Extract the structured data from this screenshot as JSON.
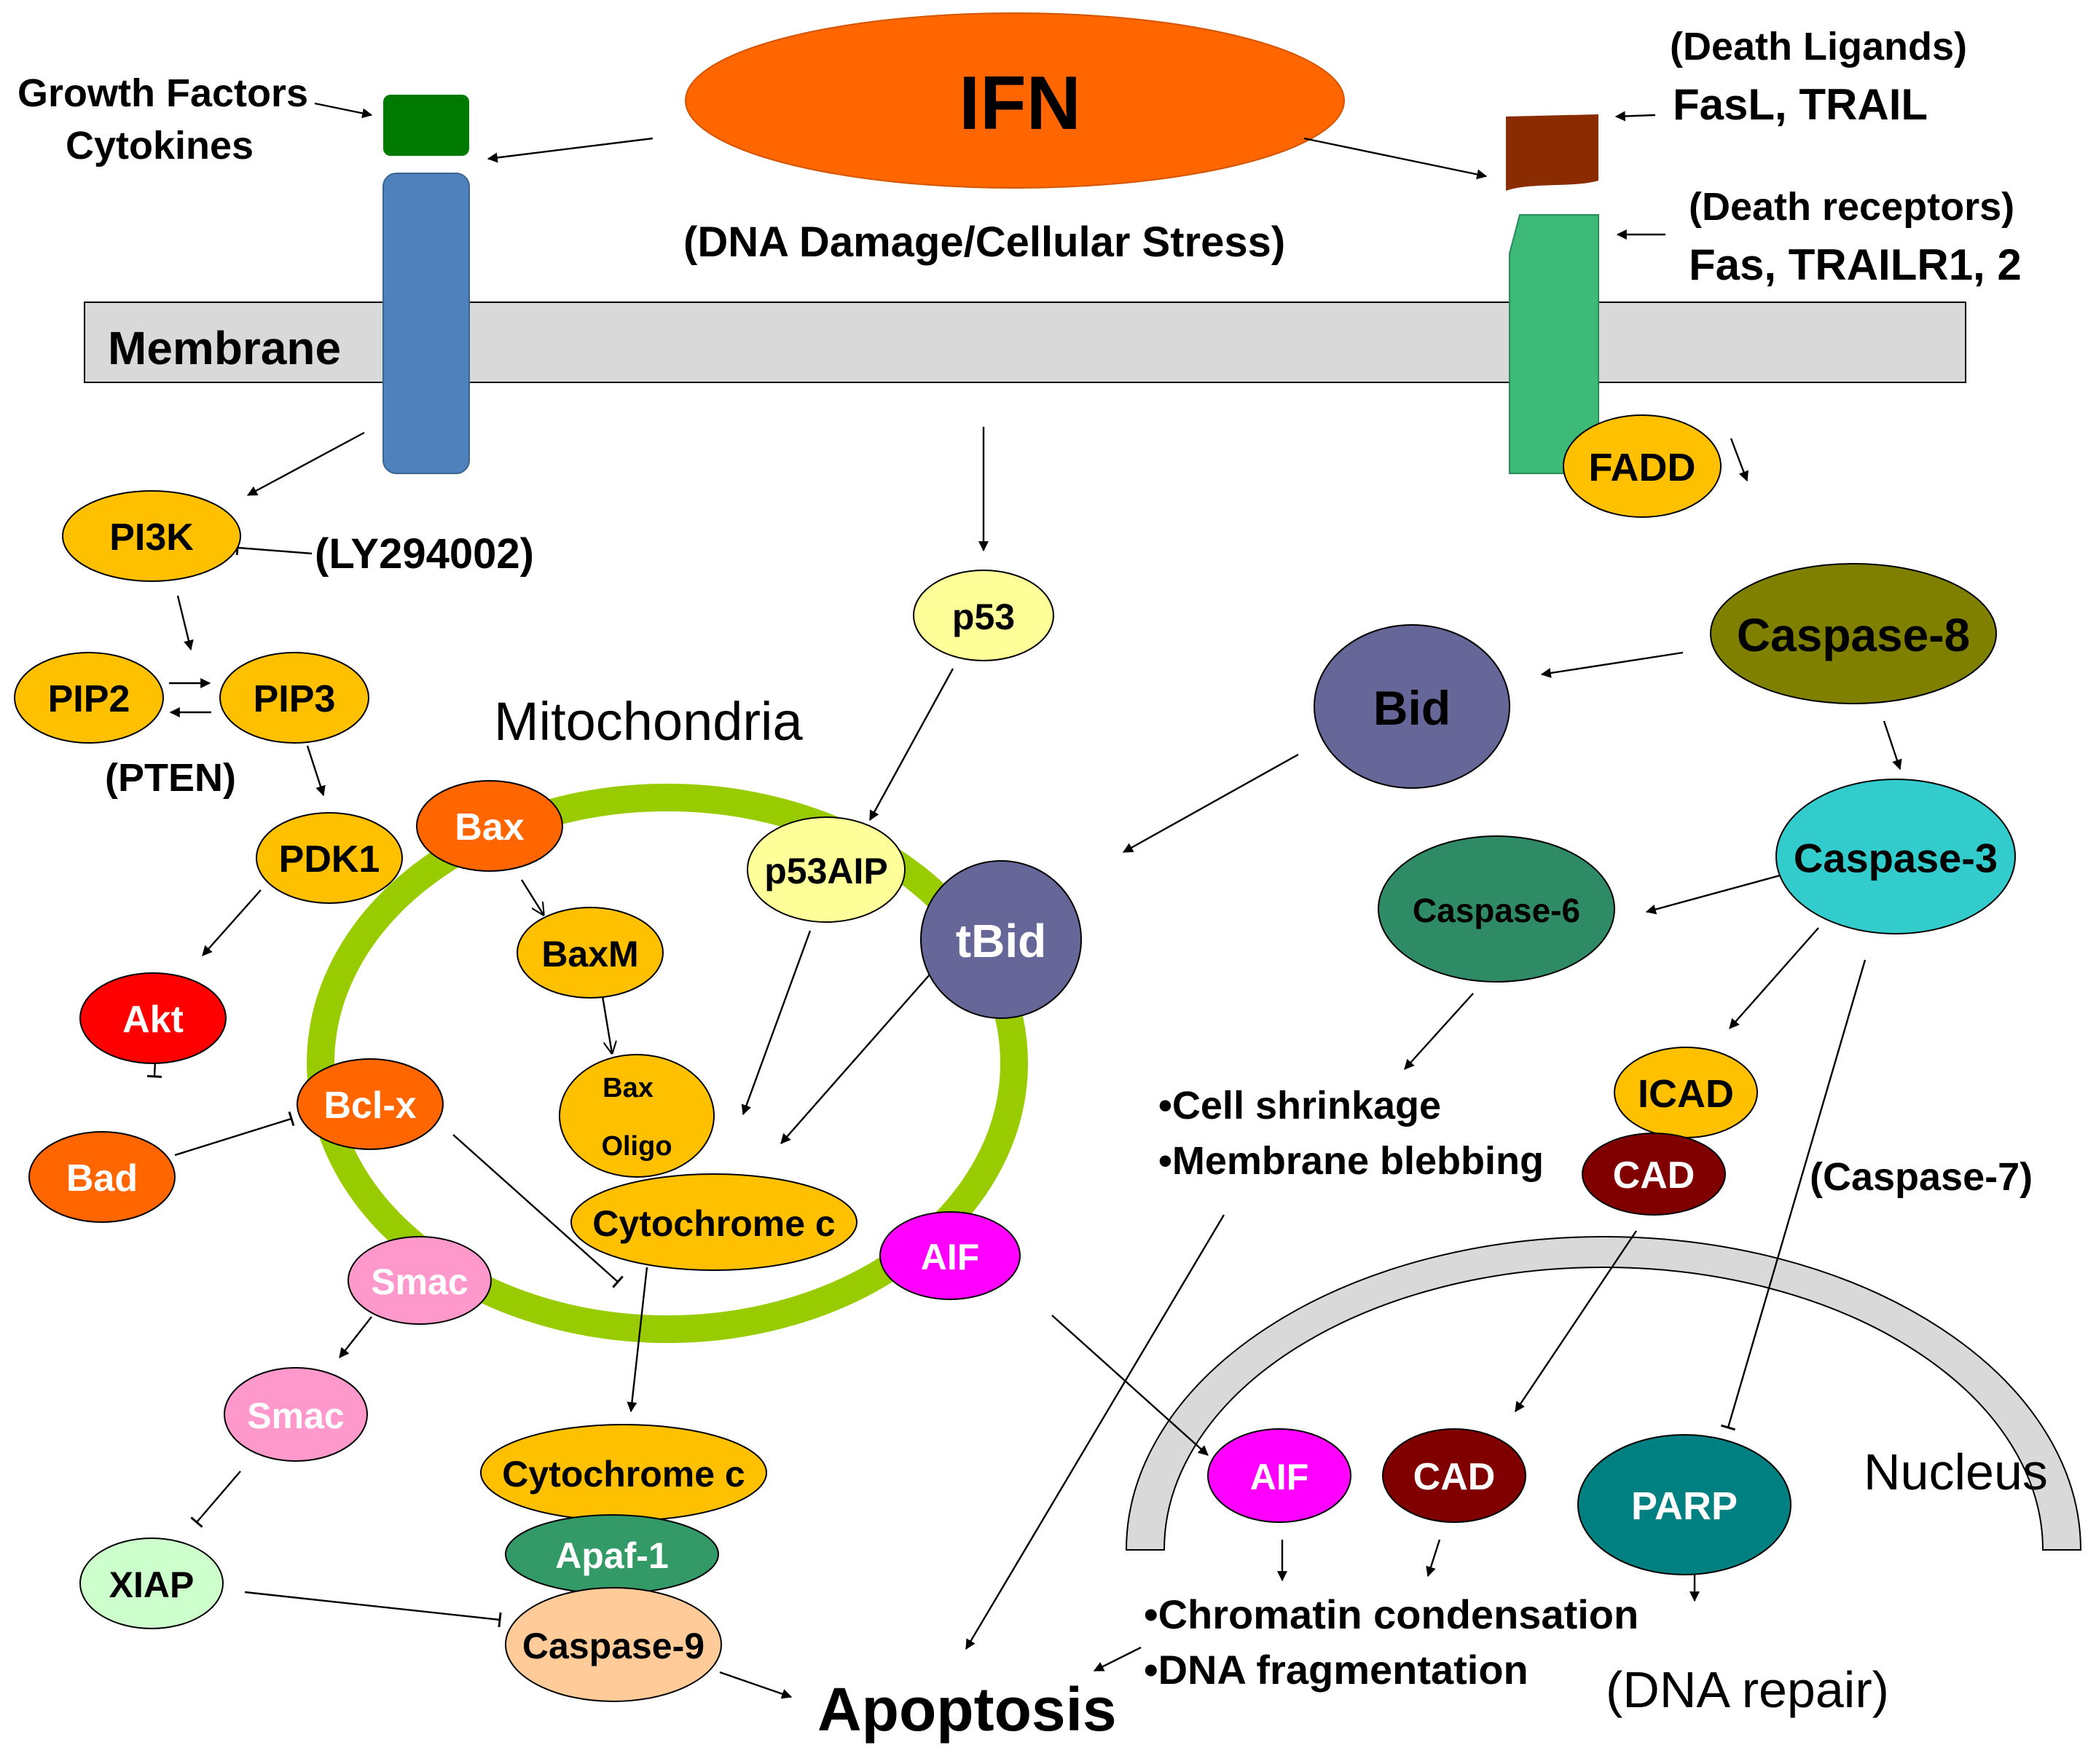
{
  "colors": {
    "ifn": "#FF6600",
    "receptor_blue": "#4F81BD",
    "growth_factor": "#007A00",
    "death_ligand": "#8B2B00",
    "death_receptor": "#3DB978",
    "membrane": "#D9D9D9",
    "mito_ring": "#99CC00",
    "gold": "#FFC000",
    "pale_yellow": "#FFFF99",
    "red": "#FF0000",
    "orange": "#FF6600",
    "pink": "#FF99CC",
    "light_green": "#CCFFCC",
    "peach": "#FFCC99",
    "dark_green": "#339966",
    "purple": "#666699",
    "olive": "#808000",
    "cyan": "#33CCCC",
    "sea_green": "#2E8B66",
    "maroon": "#800000",
    "magenta": "#FF00FF",
    "teal": "#008080",
    "nucleus": "#D9D9D9"
  },
  "labels": {
    "ifn": "IFN",
    "growth_factors": "Growth Factors",
    "cytokines": "Cytokines",
    "death_ligands_title": "(Death Ligands)",
    "death_ligands_list": "FasL, TRAIL",
    "death_receptors_title": "(Death receptors)",
    "death_receptors_list": "Fas, TRAILR1, 2",
    "dna_damage": "(DNA Damage/Cellular Stress)",
    "membrane": "Membrane",
    "ly294002": "(LY294002)",
    "pten": "(PTEN)",
    "mitochondria": "Mitochondria",
    "cell_shrinkage": "•Cell shrinkage",
    "membrane_blebbing": "•Membrane blebbing",
    "caspase7": "(Caspase-7)",
    "nucleus": "Nucleus",
    "chromatin": "•Chromatin condensation",
    "dna_fragmentation": "•DNA fragmentation",
    "dna_repair": "(DNA repair)",
    "apoptosis": "Apoptosis"
  },
  "nodes": {
    "fadd": "FADD",
    "pi3k": "PI3K",
    "pip2": "PIP2",
    "pip3": "PIP3",
    "pdk1": "PDK1",
    "akt": "Akt",
    "bad": "Bad",
    "p53": "p53",
    "p53aip": "p53AIP",
    "bax": "Bax",
    "baxm": "BaxM",
    "bax_oligo_1": "Bax",
    "bax_oligo_2": "Oligo",
    "bclx": "Bcl-x",
    "tbid": "tBid",
    "cytc_mito": "Cytochrome c",
    "aif_mito": "AIF",
    "smac_mito": "Smac",
    "smac": "Smac",
    "xiap": "XIAP",
    "cytc": "Cytochrome c",
    "apaf1": "Apaf-1",
    "caspase9": "Caspase-9",
    "caspase8": "Caspase-8",
    "bid": "Bid",
    "caspase3": "Caspase-3",
    "caspase6": "Caspase-6",
    "icad": "ICAD",
    "cad": "CAD",
    "aif_nuc": "AIF",
    "cad_nuc": "CAD",
    "parp": "PARP"
  }
}
